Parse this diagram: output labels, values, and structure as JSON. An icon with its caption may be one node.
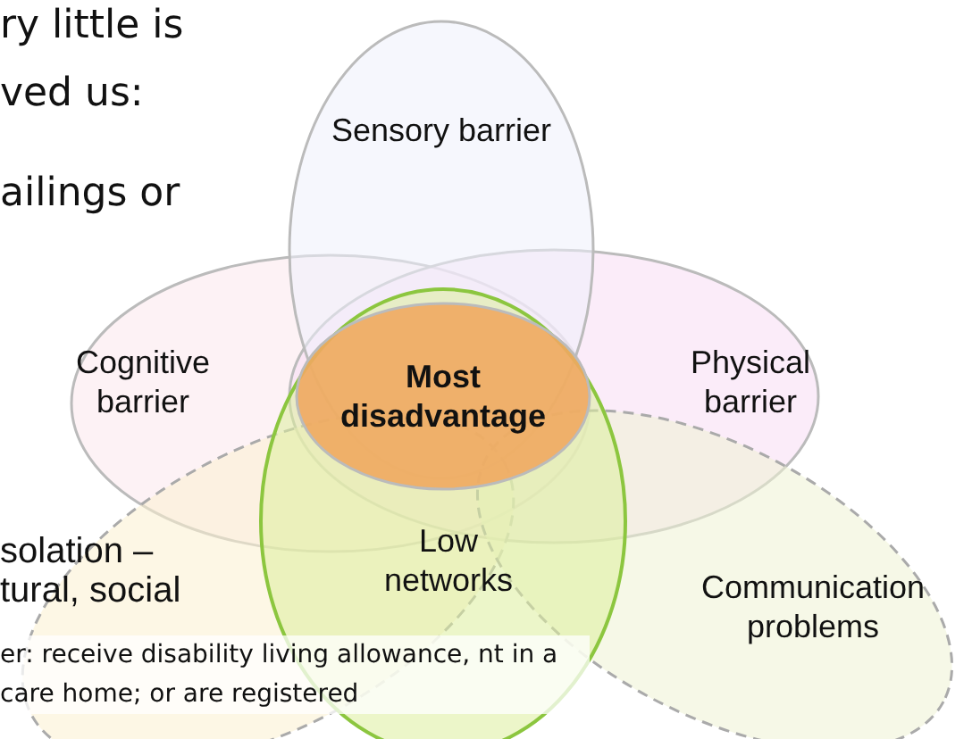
{
  "diagram": {
    "nodes": [
      {
        "text": [
          "Sensory barrier"
        ]
      },
      {
        "text": [
          "Cognitive barrier"
        ]
      },
      {
        "text": [
          "Physical barrier"
        ]
      },
      {
        "text": [
          "solation – tural, social"
        ]
      },
      {
        "text": [
          "Communication problems"
        ]
      },
      {
        "text": [
          "Low networks"
        ]
      },
      {
        "text": [
          "Most disadvantage"
        ]
      }
    ],
    "labels": [
      "ry little is",
      "ved us:",
      "ailings or",
      "er: receive disability living allowance, nt in a care home; or are registered"
    ]
  }
}
